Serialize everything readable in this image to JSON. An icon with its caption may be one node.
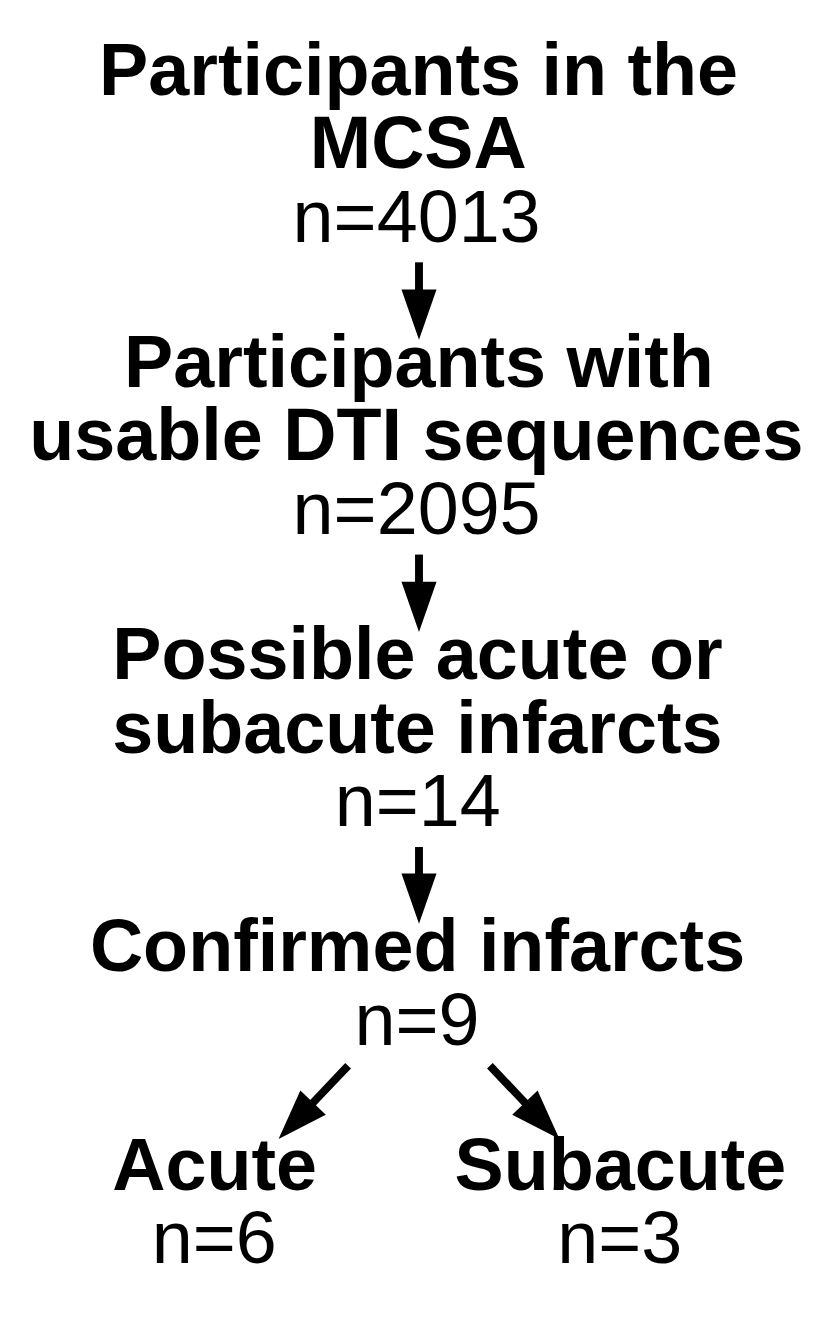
{
  "diagram": {
    "nodes": [
      {
        "text": [
          "Participants in the MCSA",
          "n=4013"
        ]
      },
      {
        "text": [
          "Participants with usable DTI sequences",
          "n=2095"
        ]
      },
      {
        "text": [
          "Possible acute or subacute infarcts",
          "n=14"
        ]
      },
      {
        "text": [
          "Confirmed infarcts",
          "n=9"
        ]
      },
      {
        "text": [
          "Acute",
          "n=6"
        ]
      },
      {
        "text": [
          "Subacute",
          "n=3"
        ]
      }
    ],
    "edges": [
      {
        "from": 0,
        "to": 1,
        "arrow": "to"
      },
      {
        "from": 1,
        "to": 2,
        "arrow": "to"
      },
      {
        "from": 2,
        "to": 3,
        "arrow": "to"
      },
      {
        "from": 3,
        "to": 4,
        "arrow": "to"
      },
      {
        "from": 3,
        "to": 5,
        "arrow": "to"
      }
    ]
  }
}
